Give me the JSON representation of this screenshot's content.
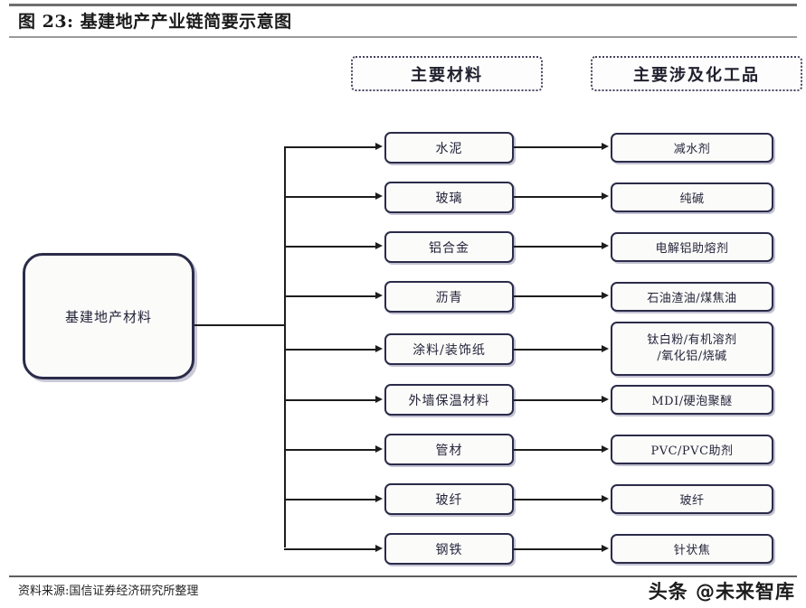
{
  "figure": {
    "title": "图 23: 基建地产产业链简要示意图",
    "source_note": "资料来源:国信证券经济研究所整理",
    "watermark": "头条 @未来智库"
  },
  "colors": {
    "node_border": "#2b2b4a",
    "node_fill": "#fbfbfa",
    "connector": "#1d1d1d",
    "header_border": "#44445f",
    "title_rule": "#6f6f6f"
  },
  "column_headers": {
    "materials": "主要材料",
    "chemicals": "主要涉及化工品"
  },
  "root": {
    "label": "基建地产材料"
  },
  "chart_data": {
    "type": "diagram",
    "title": "基建地产产业链简要示意图",
    "root": "基建地产材料",
    "columns": [
      "主要材料",
      "主要涉及化工品"
    ],
    "rows": [
      {
        "material": "水泥",
        "chemical": "减水剂"
      },
      {
        "material": "玻璃",
        "chemical": "纯碱"
      },
      {
        "material": "铝合金",
        "chemical": "电解铝助熔剂"
      },
      {
        "material": "沥青",
        "chemical": "石油渣油/煤焦油"
      },
      {
        "material": "涂料/装饰纸",
        "chemical": "钛白粉/有机溶剂\n/氧化铝/烧碱"
      },
      {
        "material": "外墙保温材料",
        "chemical": "MDI/硬泡聚醚"
      },
      {
        "material": "管材",
        "chemical": "PVC/PVC助剂"
      },
      {
        "material": "玻纤",
        "chemical": "玻纤"
      },
      {
        "material": "钢铁",
        "chemical": "针状焦"
      }
    ]
  },
  "materials": [
    {
      "label": "水泥"
    },
    {
      "label": "玻璃"
    },
    {
      "label": "铝合金"
    },
    {
      "label": "沥青"
    },
    {
      "label": "涂料/装饰纸"
    },
    {
      "label": "外墙保温材料"
    },
    {
      "label": "管材"
    },
    {
      "label": "玻纤"
    },
    {
      "label": "钢铁"
    }
  ],
  "chemicals": [
    {
      "label": "减水剂"
    },
    {
      "label": "纯碱"
    },
    {
      "label": "电解铝助熔剂"
    },
    {
      "label": "石油渣油/煤焦油"
    },
    {
      "label": "钛白粉/有机溶剂",
      "label2": "/氧化铝/烧碱"
    },
    {
      "label": "MDI/硬泡聚醚"
    },
    {
      "label": "PVC/PVC助剂"
    },
    {
      "label": "玻纤"
    },
    {
      "label": "针状焦"
    }
  ]
}
